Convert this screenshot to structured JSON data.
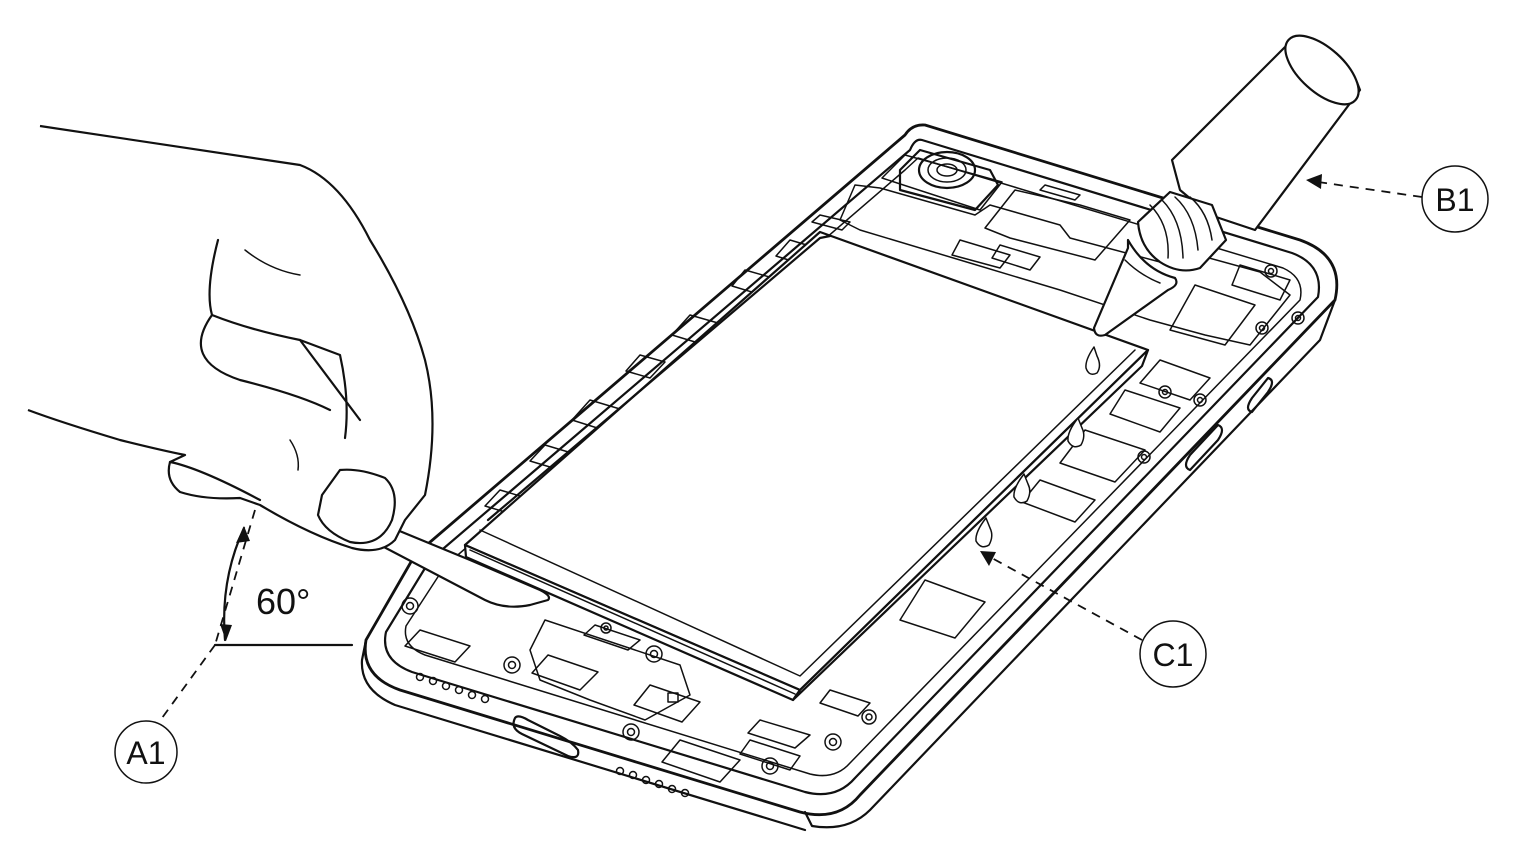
{
  "callouts": {
    "a1": "A1",
    "b1": "B1",
    "c1": "C1"
  },
  "angle": {
    "label": "60°",
    "degrees": 60
  },
  "colors": {
    "line": "#111111",
    "background": "#ffffff"
  }
}
